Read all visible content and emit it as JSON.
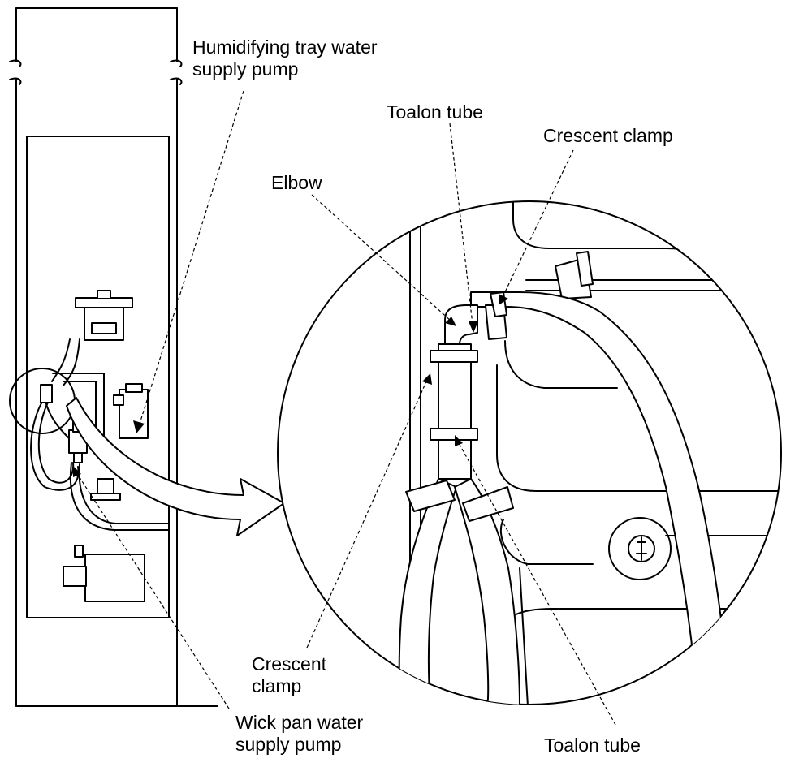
{
  "labels": {
    "humidifying_pump": "Humidifying tray water\nsupply pump",
    "toalon_tube_top": "Toalon tube",
    "crescent_clamp_top": "Crescent clamp",
    "elbow": "Elbow",
    "crescent_clamp_bottom": "Crescent\nclamp",
    "wick_pan_pump": "Wick pan water\nsupply pump",
    "toalon_tube_bottom": "Toalon tube"
  },
  "colors": {
    "line": "#000000",
    "background": "#ffffff"
  }
}
